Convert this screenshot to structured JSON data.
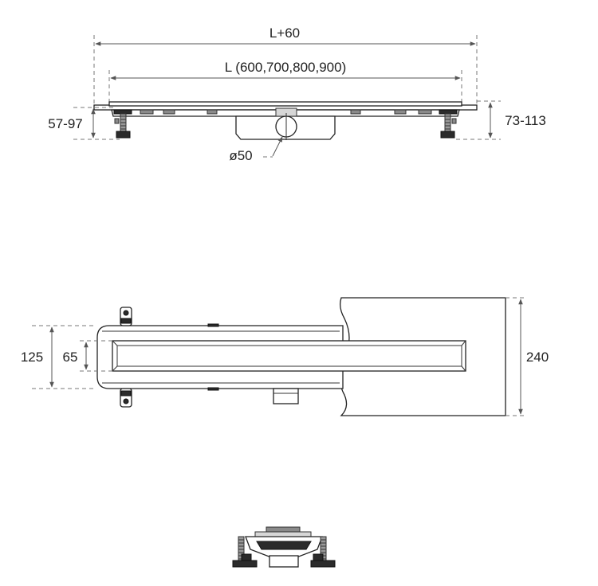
{
  "colors": {
    "line": "#222222",
    "dimension": "#555555",
    "background": "#ffffff"
  },
  "front_view": {
    "overall_length": "L+60",
    "channel_length": "L (600,700,800,900)",
    "left_height": "57-97",
    "right_height": "73-113",
    "outlet_diameter": "ø50"
  },
  "top_view": {
    "body_width": "125",
    "grate_width": "65",
    "flange_width": "240"
  },
  "end_view": {}
}
